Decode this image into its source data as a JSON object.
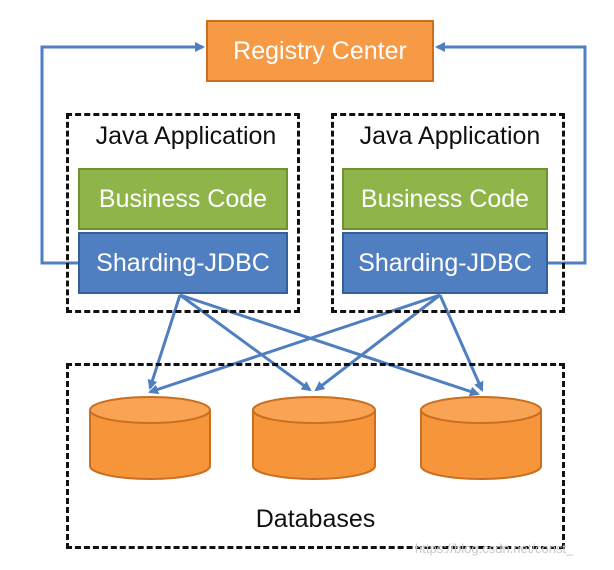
{
  "registry": {
    "label": "Registry Center"
  },
  "apps": [
    {
      "title": "Java Application",
      "business_label": "Business Code",
      "sharding_label": "Sharding-JDBC"
    },
    {
      "title": "Java Application",
      "business_label": "Business Code",
      "sharding_label": "Sharding-JDBC"
    }
  ],
  "databases": {
    "label": "Databases",
    "count": 3
  },
  "watermark": "https://blog.csdn.net/const_",
  "colors": {
    "registry": "#f79a46",
    "business": "#8fb54a",
    "sharding": "#4f7fc0",
    "database": "#f7953b",
    "arrow": "#4f7fc0"
  }
}
